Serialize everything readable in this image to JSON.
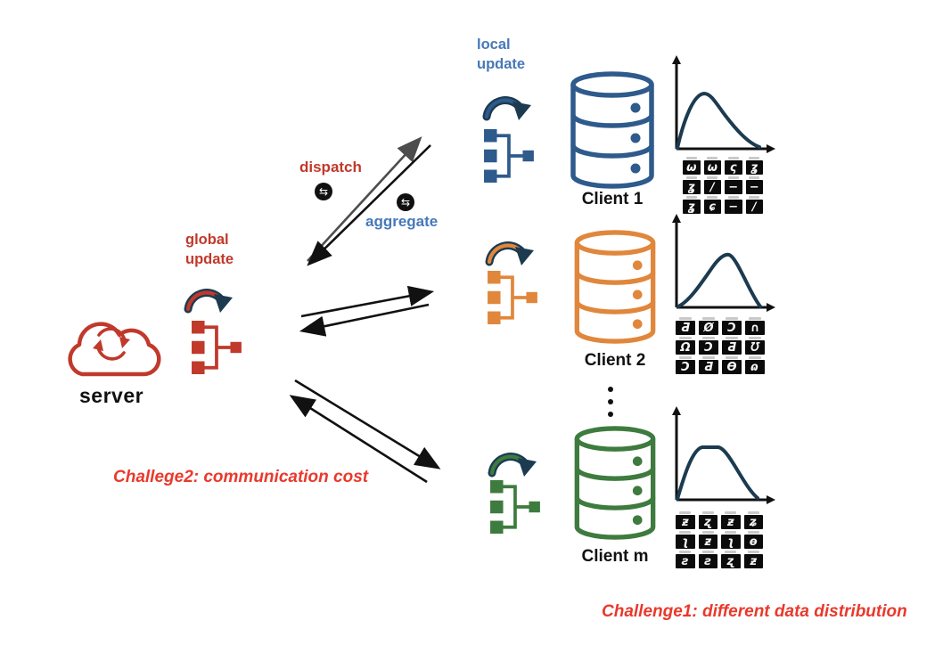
{
  "colors": {
    "red": "#c0392b",
    "red2": "#e9392c",
    "blue": "#2e5a8c",
    "blue2": "#4678b8",
    "orange": "#e0873c",
    "green": "#3e7b3e",
    "navy": "#1c3b50",
    "ink": "#111111",
    "gray": "#4d4d4d"
  },
  "server": {
    "label": "server",
    "update_label": "global\nupdate"
  },
  "flow": {
    "dispatch_label": "dispatch",
    "aggregate_label": "aggregate",
    "transfer_icon": "⇆"
  },
  "clients": [
    {
      "label": "Client 1",
      "update_label": "local\nupdate",
      "color": "#2e5a8c",
      "distribution_shape": "right-skewed bell curve",
      "digits": [
        "ω",
        "ω",
        "ς",
        "ʓ",
        "ʓ",
        "∕",
        "−",
        "−",
        "ʓ",
        "ɕ",
        "−",
        "∕"
      ]
    },
    {
      "label": "Client 2",
      "color": "#e0873c",
      "distribution_shape": "centered bell curve",
      "digits": [
        "Ƌ",
        "Ø",
        "Ɔ",
        "∩",
        "Ω",
        "Ɔ",
        "Ƌ",
        "Ʊ",
        "Ɔ",
        "Ƌ",
        "Ɵ",
        "ɷ"
      ]
    },
    {
      "label": "Client m",
      "color": "#3e7b3e",
      "distribution_shape": "flat-top bell curve",
      "digits": [
        "ƶ",
        "ʐ",
        "ƶ",
        "ʑ",
        "ʅ",
        "ƶ",
        "ʅ",
        "ɵ",
        "ƨ",
        "ƨ",
        "ʐ",
        "ƶ"
      ]
    }
  ],
  "challenges": {
    "challenge1": "Challenge1: different data distribution",
    "challenge2": "Challege2: communication cost"
  }
}
